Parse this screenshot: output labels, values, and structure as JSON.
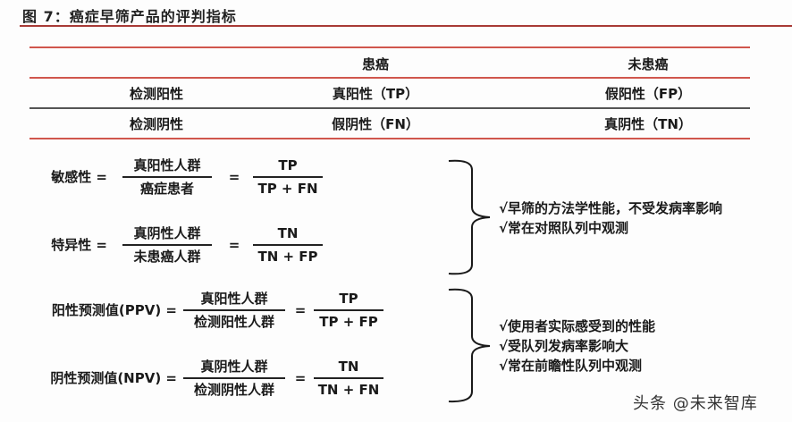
{
  "figure": {
    "title": "图 7：癌症早筛产品的评判指标"
  },
  "table": {
    "header": [
      "",
      "患癌",
      "未患癌"
    ],
    "rows": [
      [
        "检测阳性",
        "真阳性（TP）",
        "假阳性（FP）"
      ],
      [
        "检测阴性",
        "假阴性（FN）",
        "真阴性（TN）"
      ]
    ]
  },
  "formulas": [
    {
      "label": "敏感性 =",
      "word_num": "真阳性人群",
      "word_den": "癌症患者",
      "eq": "=",
      "sym_num": "TP",
      "sym_den": "TP + FN"
    },
    {
      "label": "特异性 =",
      "word_num": "真阴性人群",
      "word_den": "未患癌人群",
      "eq": "=",
      "sym_num": "TN",
      "sym_den": "TN + FP"
    },
    {
      "label": "阳性预测值(PPV) =",
      "word_num": "真阳性人群",
      "word_den": "检测阳性人群",
      "eq": "=",
      "sym_num": "TP",
      "sym_den": "TP + FP"
    },
    {
      "label": "阴性预测值(NPV) =",
      "word_num": "真阴性人群",
      "word_den": "检测阴性人群",
      "eq": "=",
      "sym_num": "TN",
      "sym_den": "TN + FN"
    }
  ],
  "notes": {
    "group1": [
      "√早筛的方法学性能，不受发病率影响",
      "√常在对照队列中观测"
    ],
    "group2": [
      "√使用者实际感受到的性能",
      "√受队列发病率影响大",
      "√常在前瞻性队列中观测"
    ]
  },
  "watermark": "头条 @未来智库",
  "colors": {
    "rule_red": "#d0564d",
    "title_rule": "#a83a36",
    "rule_gray": "#555555"
  }
}
